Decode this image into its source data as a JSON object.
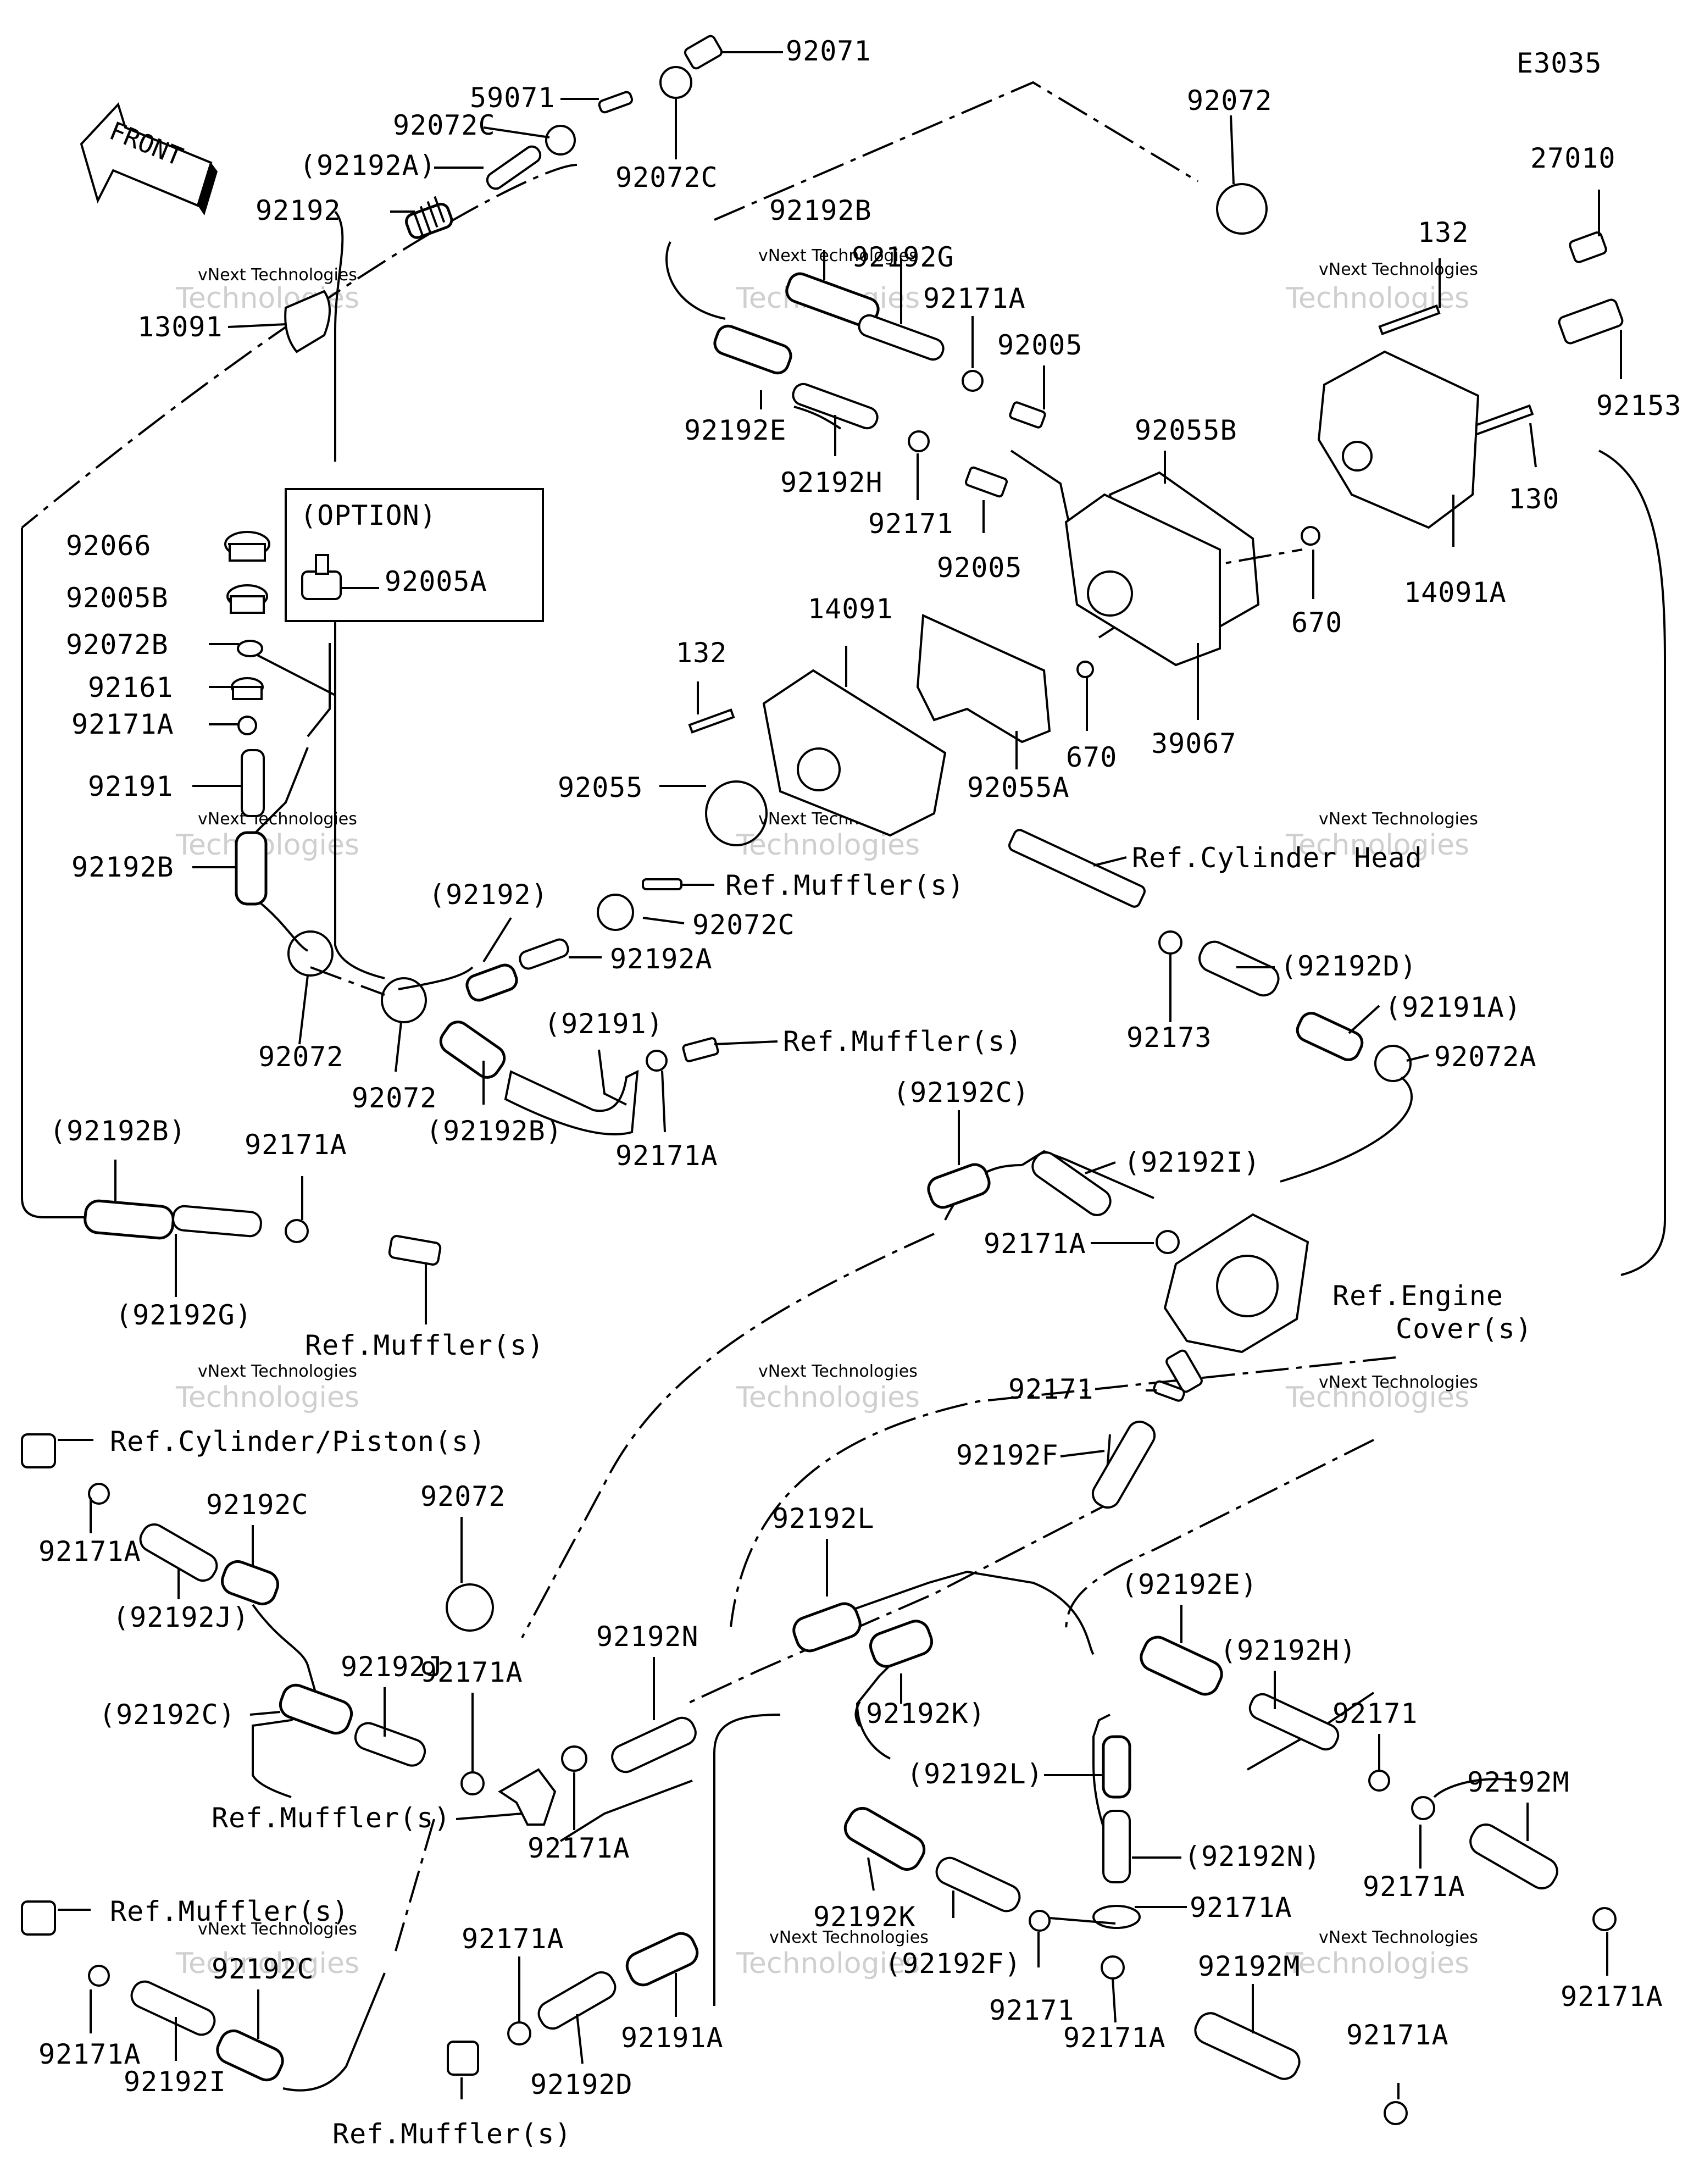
{
  "diagram_code": "E3035",
  "front_label": "FRONT",
  "option_label": "(OPTION)",
  "watermark": {
    "line1": "vNext Technologies",
    "line2": "Technologies",
    "line3": "vNext"
  },
  "labels": {
    "l92071": "92071",
    "l59071": "59071",
    "l92072C_a": "92072C",
    "l92072C_b": "92072C",
    "l92192A_p": "(92192A)",
    "l92192_a": "92192",
    "l13091": "13091",
    "l92072_top": "92072",
    "l27010": "27010",
    "l132_a": "132",
    "l92153": "92153",
    "l130": "130",
    "l14091A": "14091A",
    "l92192B_top": "92192B",
    "l92192G_top": "92192G",
    "l92171A_top": "92171A",
    "l92005_a": "92005",
    "l92192E_top": "92192E",
    "l92192H_top": "92192H",
    "l92171_top": "92171",
    "l92005_b": "92005",
    "l92055B": "92055B",
    "l670_a": "670",
    "l670_b": "670",
    "l39067": "39067",
    "l92066": "92066",
    "l92005A": "92005A",
    "l92005B": "92005B",
    "l92072B": "92072B",
    "l92161": "92161",
    "l92171A_l1": "92171A",
    "l92191_l": "92191",
    "l92192B_l": "92192B",
    "l132_b": "132",
    "l14091": "14091",
    "l92055": "92055",
    "l92055A": "92055A",
    "l_refcylhead": "Ref.Cylinder Head",
    "l_refmuf1": "Ref.Muffler(s)",
    "l92192_p": "(92192)",
    "l92072C_c": "92072C",
    "l92192A_c": "92192A",
    "l92072_l1": "92072",
    "l92072_l2": "92072",
    "l92191_p": "(92191)",
    "l92192B_p": "(92192B)",
    "l_refmuf2": "Ref.Muffler(s)",
    "l92171A_c": "92171A",
    "l92173": "92173",
    "l92192D_p": "(92192D)",
    "l92191A_p": "(92191A)",
    "l92072A": "92072A",
    "l92192C_p1": "(92192C)",
    "l92192I_p": "(92192I)",
    "l92171A_r": "92171A",
    "l92192B_p2": "(92192B)",
    "l92171A_l2": "92171A",
    "l92192G_p": "(92192G)",
    "l_refmuf3": "Ref.Muffler(s)",
    "l_refengine1": "Ref.Engine",
    "l_refengine2": "Cover(s)",
    "l92171_m": "92171",
    "l92192F_m": "92192F",
    "l_refcylpis": "Ref.Cylinder/Piston(s)",
    "l92171A_bl1": "92171A",
    "l92192C_b1": "92192C",
    "l92192J_p": "(92192J)",
    "l92072_b": "92072",
    "l92192J": "92192J",
    "l92192C_p2": "(92192C)",
    "l92171A_b2": "92171A",
    "l_refmuf4": "Ref.Muffler(s)",
    "l92171A_b3": "92171A",
    "l92192N": "92192N",
    "l92192L": "92192L",
    "l92192K_p": "(92192K)",
    "l92192L_p": "(92192L)",
    "l92192N_p": "(92192N)",
    "l92171A_b4": "92171A",
    "l92192E_p": "(92192E)",
    "l92192H_p": "(92192H)",
    "l92171_b": "92171",
    "l92192M_a": "92192M",
    "l92171A_b5": "92171A",
    "l92171A_b6": "92171A",
    "l_refmuf5": "Ref.Muffler(s)",
    "l92171A_b7": "92171A",
    "l92192C_b3": "92192C",
    "l92192I": "92192I",
    "l92171A_b8": "92171A",
    "l92191A": "92191A",
    "l92192D": "92192D",
    "l_refmuf6": "Ref.Muffler(s)",
    "l92192K": "92192K",
    "l92192F_p": "(92192F)",
    "l92171_c": "92171",
    "l92171A_b9": "92171A",
    "l92192M_b": "92192M",
    "l92171A_b10": "92171A"
  }
}
